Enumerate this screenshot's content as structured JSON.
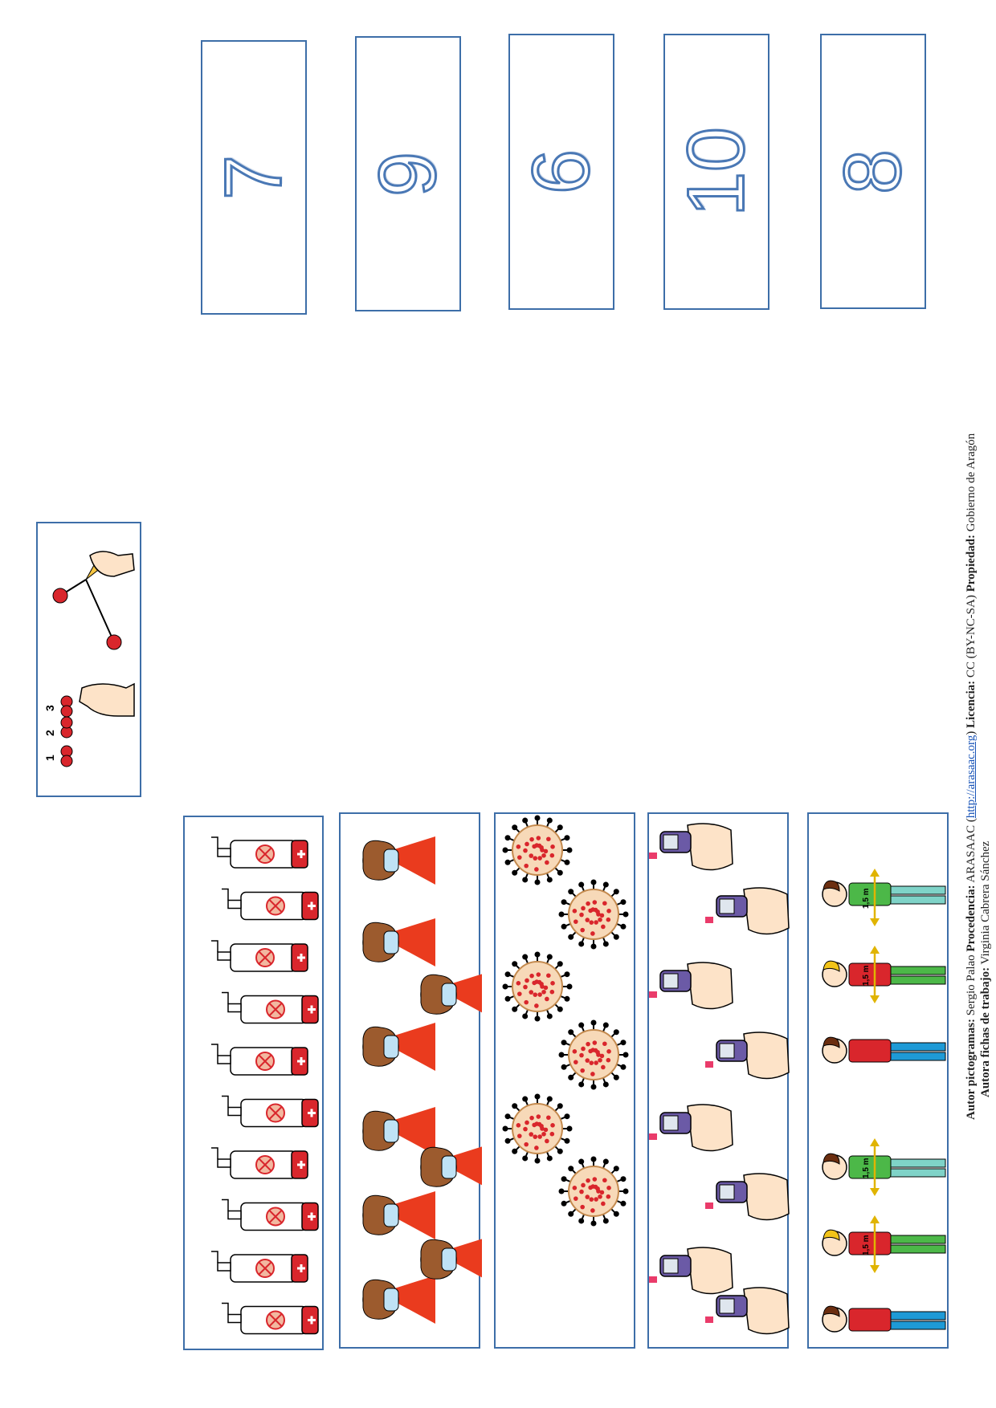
{
  "numbers": [
    "7",
    "9",
    "6",
    "10",
    "8"
  ],
  "strips": [
    {
      "icon": "hand-sanitizer-icon",
      "count": 10
    },
    {
      "icon": "child-with-mask-icon",
      "count": 9
    },
    {
      "icon": "coronavirus-icon",
      "count": 6
    },
    {
      "icon": "thermometer-gun-icon",
      "count": 8
    },
    {
      "icon": "social-distance-person-icon",
      "count": 6
    }
  ],
  "instruction": {
    "count_digits": [
      "1",
      "2",
      "3"
    ],
    "icons": [
      "count-icon",
      "join-with-line-icon"
    ]
  },
  "distance_labels": [
    "1,5 m",
    "1,5 m",
    "1,5 m",
    "1,5 m"
  ],
  "credits": {
    "l1_a": "Autor pictogramas:",
    "l1_b": " Sergio Palao ",
    "l1_c": "Procedencia:",
    "l1_d": " ARASAAC (",
    "link": "http://arasaac.org",
    "l1_e": ") ",
    "l1_f": "Licencia:",
    "l1_g": " CC (BY-NC-SA) ",
    "l1_h": "Propiedad:",
    "l1_i": " Gobierno de Aragón",
    "l2_a": "Autora fichas de trabajo:",
    "l2_b": " Virginia Cabrera Sánchez"
  },
  "colors": {
    "border": "#3d6ea8",
    "number_outline": "#4a78b5"
  }
}
